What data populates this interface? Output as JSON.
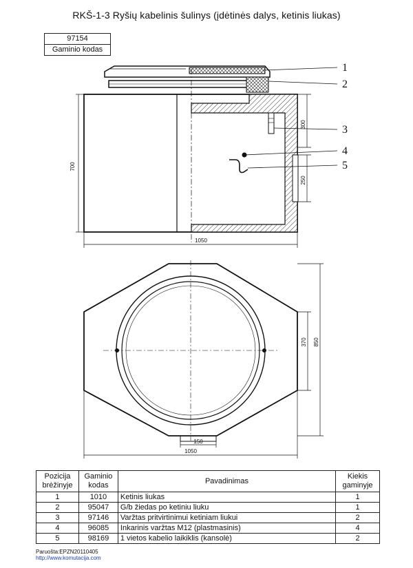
{
  "title": "RKŠ-1-3 Ryšių kabelinis šulinys (įdėtinės dalys, ketinis liukas)",
  "product_code": {
    "value": "97154",
    "label": "Gaminio kodas"
  },
  "callouts": [
    "1",
    "2",
    "3",
    "4",
    "5"
  ],
  "dimensions": {
    "height": "700",
    "upper_offset": "300",
    "recess": "250",
    "width_section": "1050",
    "plan_depth": "850",
    "plan_inner": "370",
    "plan_bottom": "150",
    "plan_width": "1050"
  },
  "table": {
    "headers": {
      "position": "Pozicija brėžinyje",
      "code": "Gaminio kodas",
      "name": "Pavadinimas",
      "qty": "Kiekis gaminyje"
    },
    "rows": [
      {
        "pos": "1",
        "code": "1010",
        "name": "Ketinis liukas",
        "qty": "1"
      },
      {
        "pos": "2",
        "code": "95047",
        "name": "G/b žiedas po ketiniu liuku",
        "qty": "1"
      },
      {
        "pos": "3",
        "code": "97146",
        "name": "Varžtas pritvirtinimui ketiniam liukui",
        "qty": "2"
      },
      {
        "pos": "4",
        "code": "96085",
        "name": "Inkarinis varžtas M12 (plastmasinis)",
        "qty": "4"
      },
      {
        "pos": "5",
        "code": "98169",
        "name": "1 vietos kabelio laikiklis (kansolė)",
        "qty": "2"
      }
    ]
  },
  "footer": {
    "prepared": "Paruošta:EPZN20110405",
    "url": "http://www.komutacija.com"
  }
}
